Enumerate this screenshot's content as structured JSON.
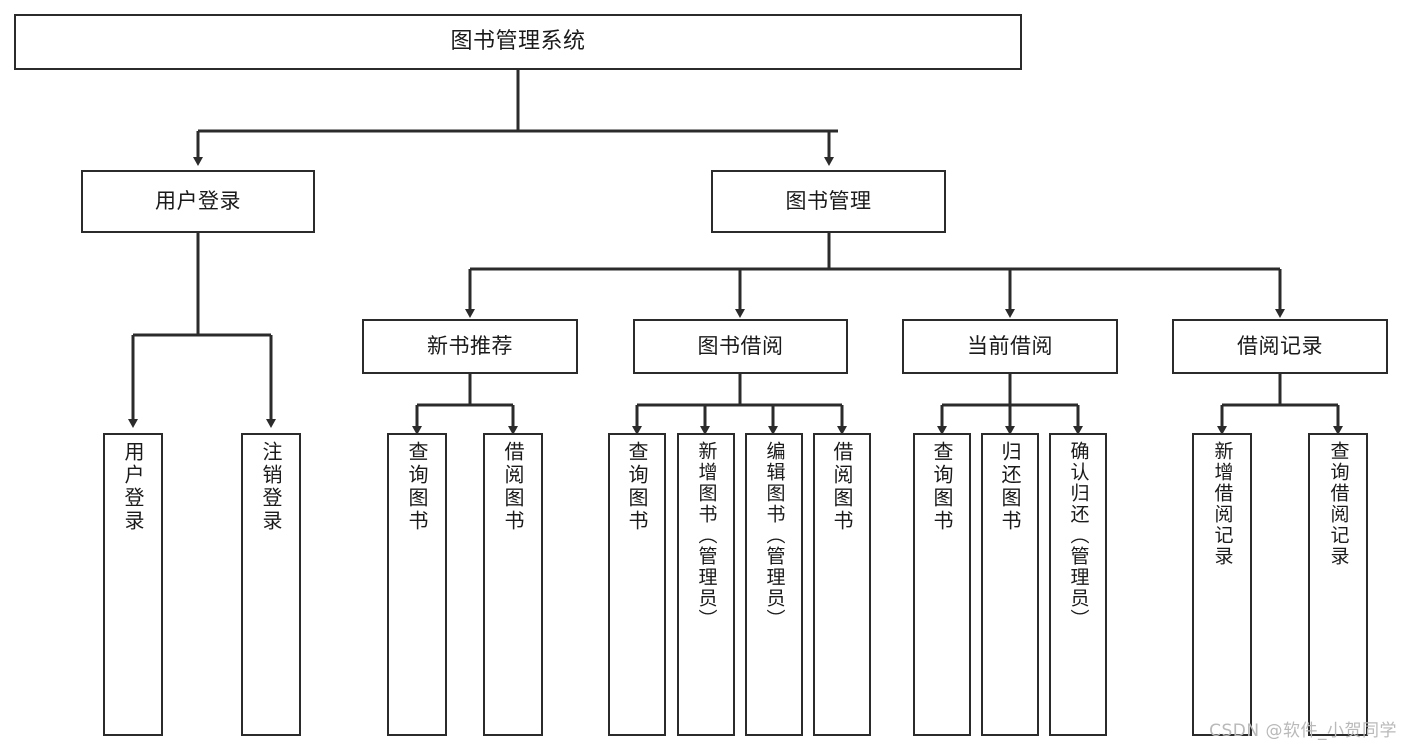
{
  "diagram": {
    "title": "图书管理系统",
    "type": "functional-structure-tree",
    "line_color": "#2b2b2b",
    "box_fill": "#ffffff",
    "text_color": "#1a1a1a"
  },
  "root": {
    "label": "图书管理系统"
  },
  "level2": [
    {
      "label": "用户登录"
    },
    {
      "label": "图书管理"
    }
  ],
  "level3": [
    {
      "label": "新书推荐"
    },
    {
      "label": "图书借阅"
    },
    {
      "label": "当前借阅"
    },
    {
      "label": "借阅记录"
    }
  ],
  "leaves": {
    "user_login": [
      {
        "label": "用户登录"
      },
      {
        "label": "注销登录"
      }
    ],
    "new_book_recommend": [
      {
        "label": "查询图书"
      },
      {
        "label": "借阅图书"
      }
    ],
    "book_borrow": [
      {
        "label": "查询图书"
      },
      {
        "label": "新增图书（管理员）"
      },
      {
        "label": "编辑图书（管理员）"
      },
      {
        "label": "借阅图书"
      }
    ],
    "current_borrow": [
      {
        "label": "查询图书"
      },
      {
        "label": "归还图书"
      },
      {
        "label": "确认归还（管理员）"
      }
    ],
    "borrow_record": [
      {
        "label": "新增借阅记录"
      },
      {
        "label": "查询借阅记录"
      }
    ]
  },
  "watermark": {
    "text": "CSDN @软件_小贺同学"
  }
}
